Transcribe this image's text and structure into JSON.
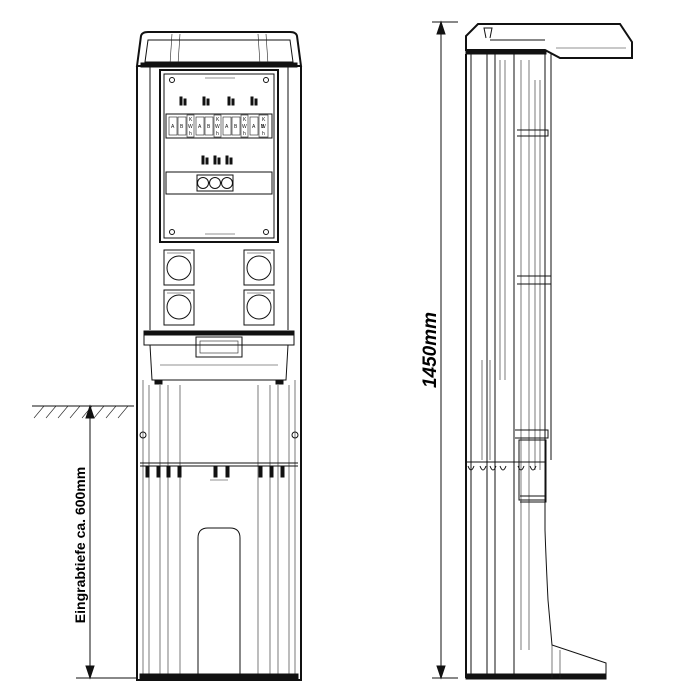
{
  "dimensions": {
    "height_label": "1450mm",
    "depth_label": "Eingrabtiefe ca. 600mm"
  },
  "breaker_labels": [
    "A",
    "B",
    "A",
    "B",
    "A",
    "B",
    "A",
    "B"
  ],
  "meter_labels": [
    "K",
    "W",
    "h",
    "K",
    "W",
    "h",
    "K",
    "W",
    "h",
    "K",
    "W",
    "h"
  ],
  "colors": {
    "stroke": "#111111",
    "background": "#ffffff"
  }
}
